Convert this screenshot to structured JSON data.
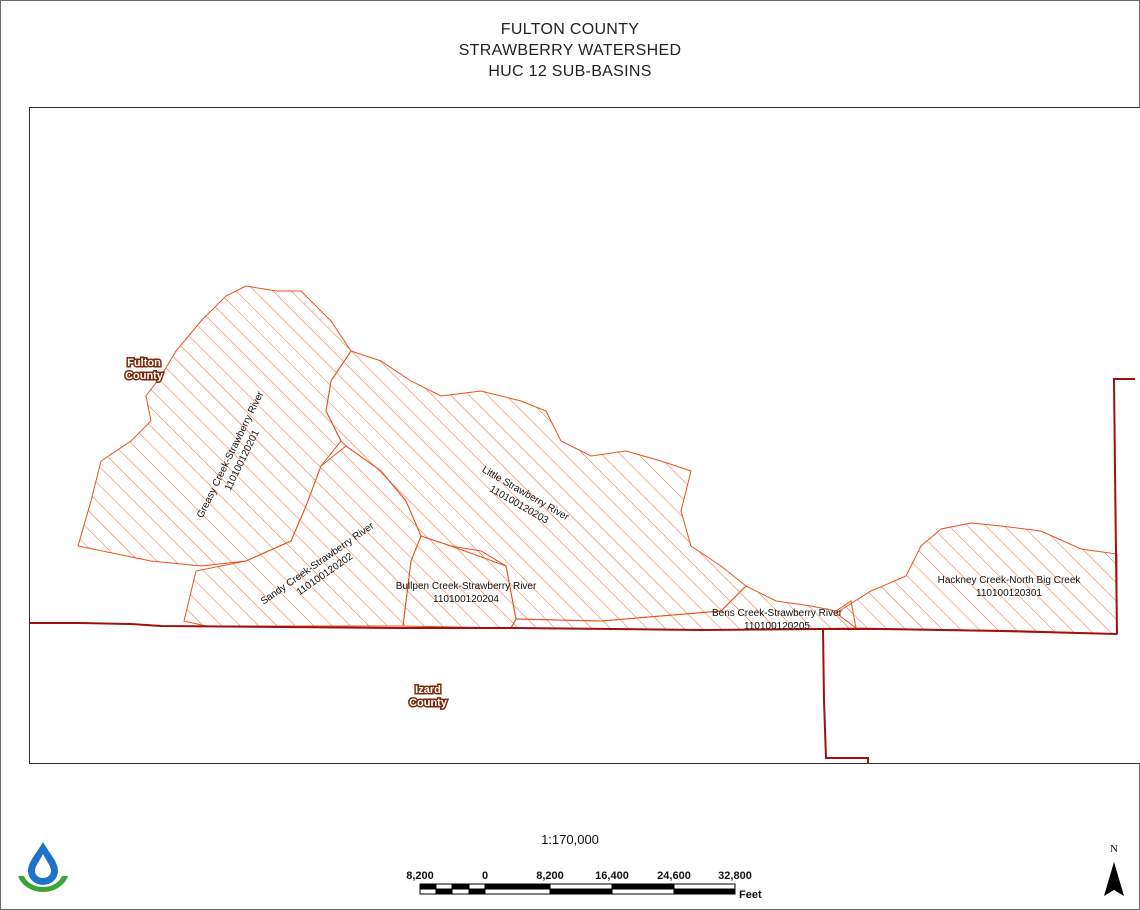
{
  "title": {
    "line1": "FULTON COUNTY",
    "line2": "STRAWBERRY WATERSHED",
    "line3": "HUC 12 SUB-BASINS"
  },
  "counties": [
    {
      "line1": "Fulton",
      "line2": "County"
    },
    {
      "line1": "Izard",
      "line2": "County"
    }
  ],
  "basins": [
    {
      "name": "Greasy Creek-Strawberry River",
      "code": "110100120201"
    },
    {
      "name": "Sandy Creek-Strawberry River",
      "code": "110100120202"
    },
    {
      "name": "Little Strawberry River",
      "code": "110100120203"
    },
    {
      "name": "Bullpen Creek-Strawberry River",
      "code": "110100120204"
    },
    {
      "name": "Bens Creek-Strawberry River",
      "code": "110100120205"
    },
    {
      "name": "Hackney Creek-North Big Creek",
      "code": "110100120301"
    }
  ],
  "scale": {
    "ratio": "1:170,000",
    "ticks": [
      "8,200",
      "0",
      "8,200",
      "16,400",
      "24,600",
      "32,800"
    ],
    "unit": "Feet"
  },
  "north_label": "N",
  "colors": {
    "basin_stroke": "#e8531c",
    "county_line": "#a01010",
    "logo_blue": "#1e72c8",
    "logo_green": "#3aa534"
  },
  "icons": {
    "logo": "water-drop-logo-icon",
    "north": "north-arrow-icon"
  }
}
